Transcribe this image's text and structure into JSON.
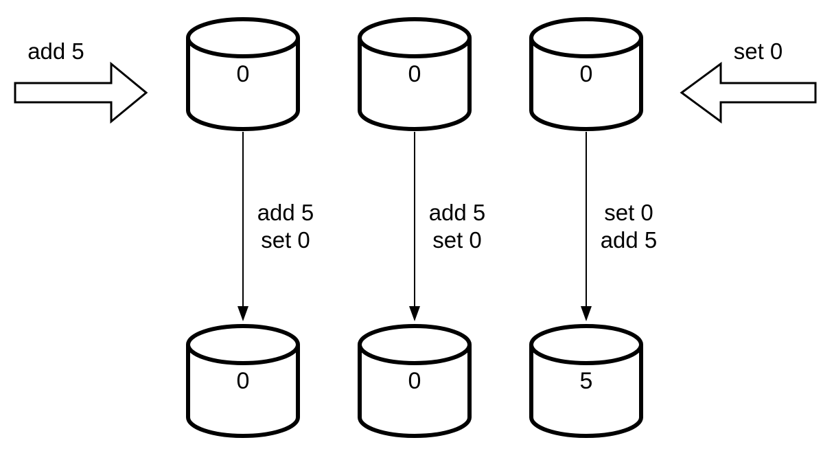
{
  "diagram": {
    "description": "Three database replicas each receive two writes in different orders",
    "incoming_writes": {
      "left_arrow_label": "add 5",
      "right_arrow_label": "set 0"
    },
    "top_replicas": [
      {
        "value": "0"
      },
      {
        "value": "0"
      },
      {
        "value": "0"
      }
    ],
    "edge_labels": [
      "add 5\nset 0",
      "add 5\nset 0",
      "set 0\nadd 5"
    ],
    "bottom_replicas": [
      {
        "value": "0"
      },
      {
        "value": "0"
      },
      {
        "value": "5"
      }
    ],
    "icons": {
      "database-cylinder-icon": "cylinder shape (white fill, black outline)",
      "block-arrow-right-icon": "hollow block arrow pointing right",
      "block-arrow-left-icon": "hollow block arrow pointing left",
      "down-arrow-connector-icon": "thin line with filled triangular arrowhead pointing down"
    },
    "colors": {
      "background": "#ffffff",
      "stroke": "#000000",
      "shape_fill": "#ffffff",
      "text": "#000000"
    }
  }
}
